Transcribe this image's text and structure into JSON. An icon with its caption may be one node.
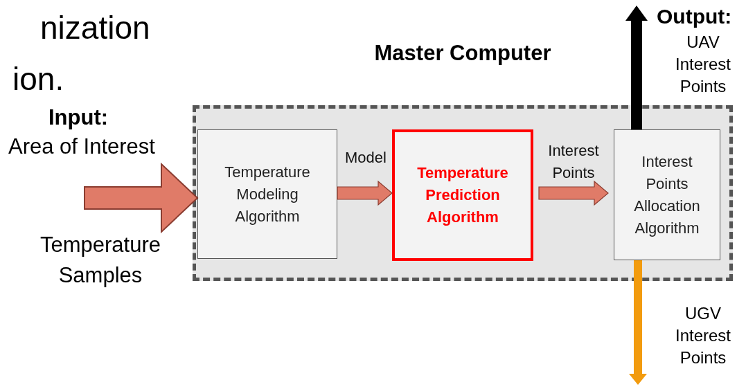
{
  "diagram": {
    "nodes": [
      {
        "text": [
          "Master Computer"
        ]
      },
      {
        "text": [
          "Temperature Modeling Algorithm"
        ],
        "in": 0
      },
      {
        "text": [
          "Temperature Prediction Algorithm"
        ],
        "in": 0
      },
      {
        "text": [
          "Interest Points Allocation Algorithm"
        ],
        "in": 0
      }
    ],
    "edges": [
      {
        "from": null,
        "to": 1,
        "arrow": "to",
        "style": "thick"
      },
      {
        "from": 1,
        "to": 2,
        "arrow": "to",
        "label": "Model"
      },
      {
        "from": 2,
        "to": 3,
        "arrow": "to",
        "label": "Interest Points"
      },
      {
        "from": 3,
        "to": null,
        "arrow": "to",
        "color": "#000000"
      },
      {
        "from": 3,
        "to": null,
        "arrow": "to",
        "color": "#f29b0e"
      }
    ],
    "labels": [
      "nization",
      "ion.",
      "Output:",
      "UAV Interest Points",
      "Input:",
      "Area of Interest",
      "Temperature Samples",
      "UGV Interest Points"
    ]
  }
}
